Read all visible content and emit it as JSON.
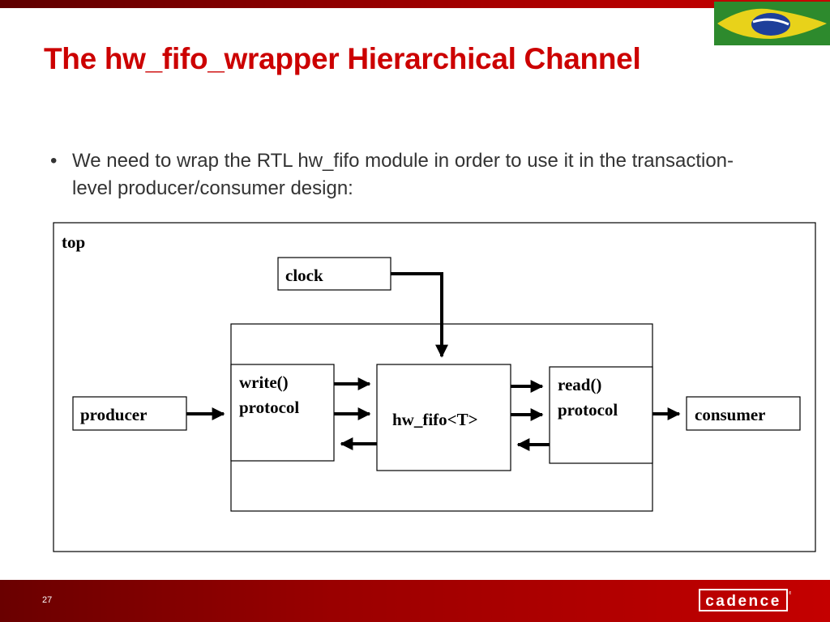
{
  "slide": {
    "title": "The hw_fifo_wrapper Hierarchical Channel",
    "bullet_marker": "•",
    "bullet": "We need to wrap the RTL hw_fifo module in order to use it in the transaction-level producer/consumer design:",
    "page_number": "27"
  },
  "diagram": {
    "top_label": "top",
    "clock": "clock",
    "producer": "producer",
    "write_protocol": [
      "write()",
      "protocol"
    ],
    "hw_fifo": "hw_fifo<T>",
    "read_protocol": [
      "read()",
      "protocol"
    ],
    "consumer": "consumer"
  },
  "logo_text": "cadence",
  "icons": {
    "corner_image": "brazil-flag-image",
    "logo": "cadence-logo"
  },
  "colors": {
    "title": "#cc0000",
    "bar": "#a80000",
    "text": "#333333"
  }
}
